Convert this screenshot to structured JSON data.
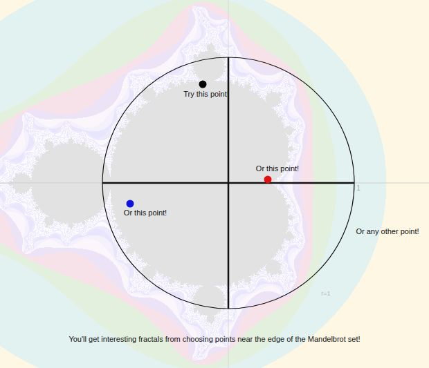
{
  "diagram": {
    "labels": [
      "Try this point!",
      "Or this point!",
      "Or this point!",
      "Or any other point!",
      "You'll get interesting fractals from choosing points near the edge of the Mandelbrot set!",
      "1",
      "r=1"
    ]
  }
}
